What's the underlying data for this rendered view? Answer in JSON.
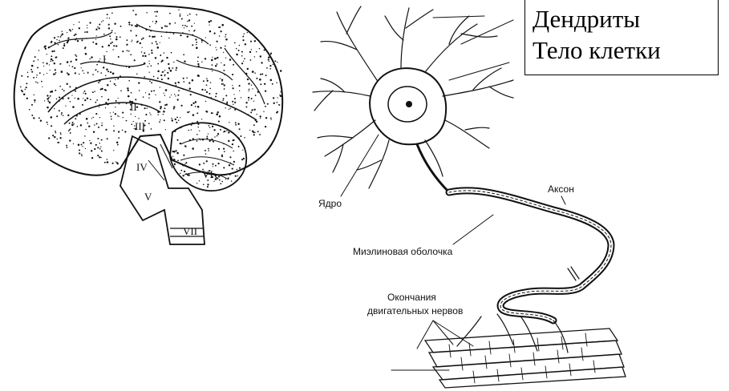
{
  "legend": {
    "dendrites": "Дендриты",
    "cell_body": "Тело клетки"
  },
  "labels": {
    "nucleus": "Ядро",
    "axon": "Аксон",
    "myelin": "Миэлиновая оболочка",
    "endings_line1": "Окончания",
    "endings_line2": "двигательных нервов"
  },
  "brain_numerals": [
    "I",
    "II",
    "III",
    "IV",
    "V",
    "VI",
    "VII"
  ],
  "colors": {
    "ink": "#111111",
    "paper": "#ffffff"
  }
}
